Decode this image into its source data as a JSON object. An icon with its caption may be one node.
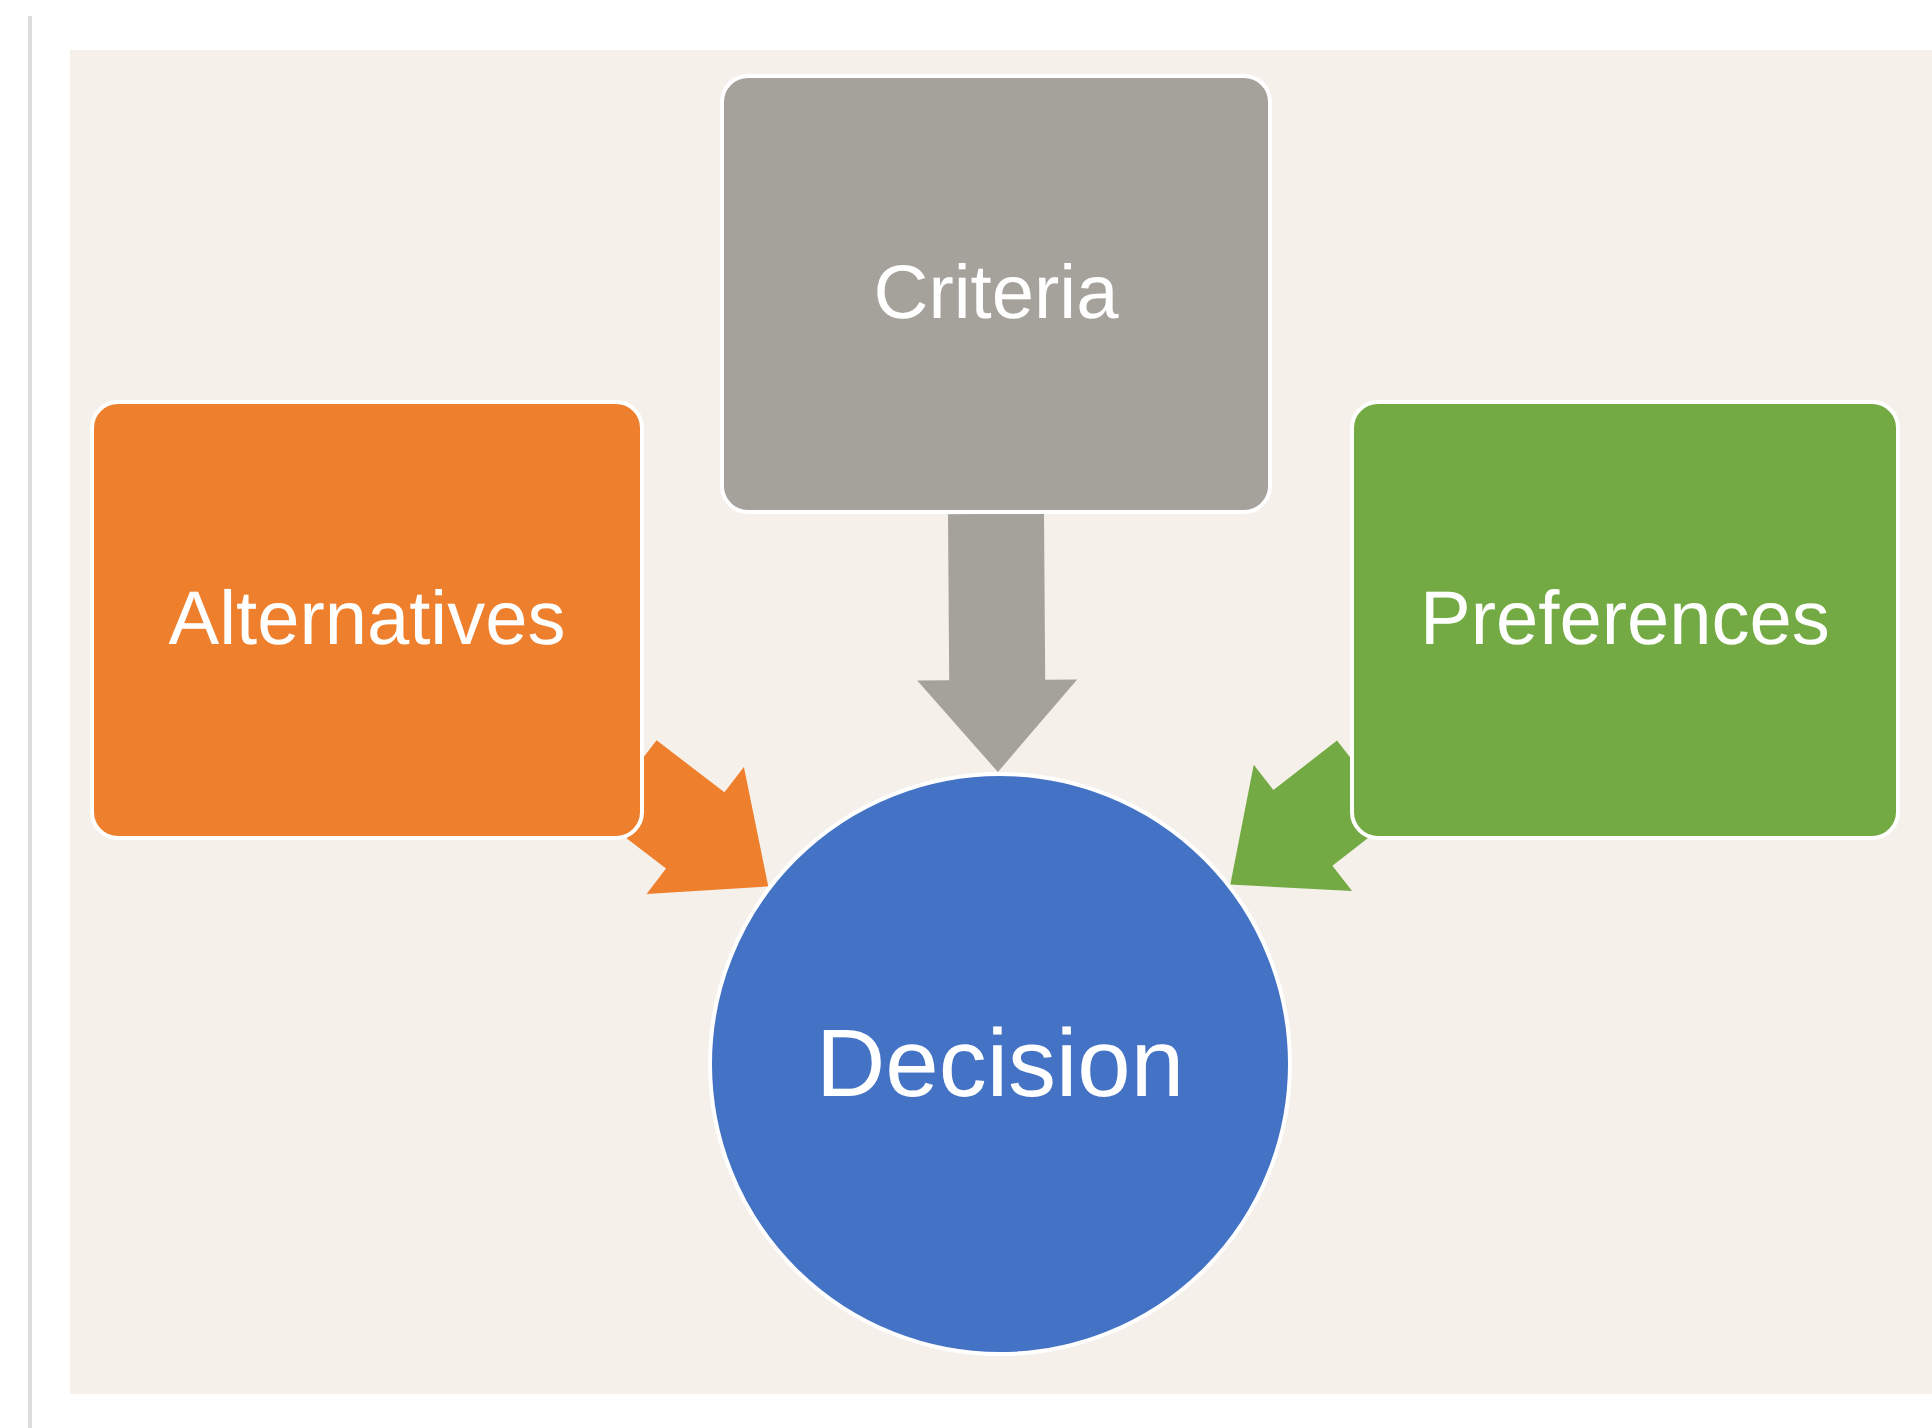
{
  "diagram": {
    "nodes": [
      {
        "text": [
          "Criteria"
        ]
      },
      {
        "text": [
          "Alternatives"
        ]
      },
      {
        "text": [
          "Preferences"
        ]
      },
      {
        "text": [
          "Decision"
        ]
      }
    ],
    "edges": [
      {
        "from": 0,
        "to": 3,
        "arrow": "to",
        "style": "thick",
        "color": "#a5a29c"
      },
      {
        "from": 1,
        "to": 3,
        "arrow": "to",
        "style": "thick",
        "color": "#ee7f2d"
      },
      {
        "from": 2,
        "to": 3,
        "arrow": "to",
        "style": "thick",
        "color": "#74aa43"
      }
    ]
  }
}
